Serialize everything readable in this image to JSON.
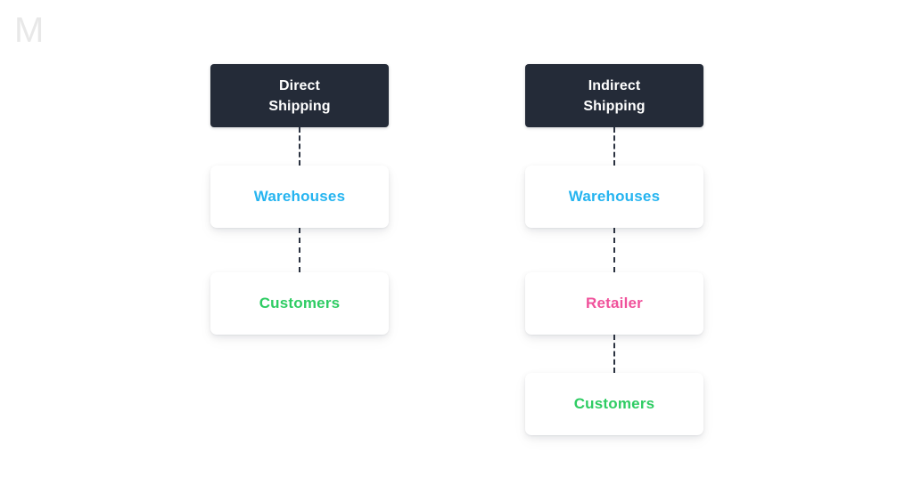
{
  "page": {
    "background_color": "#ffffff",
    "watermark": {
      "name": "brand-mark",
      "text": "M",
      "color": "#e8e8e8"
    }
  },
  "theme": {
    "header_bg": "#242b38",
    "header_text": "#ffffff",
    "node_bg": "#ffffff",
    "connector_color": "#2b3240",
    "color_warehouses": "#25b4f0",
    "color_customers": "#2ecc63",
    "color_retailer": "#f0519b"
  },
  "diagram": {
    "type": "flow",
    "columns": [
      {
        "id": "direct-shipping",
        "header": {
          "label": "Direct\nShipping",
          "line1": "Direct",
          "line2": "Shipping"
        },
        "nodes": [
          {
            "id": "warehouses",
            "label": "Warehouses",
            "color": "#25b4f0"
          },
          {
            "id": "customers",
            "label": "Customers",
            "color": "#2ecc63"
          }
        ]
      },
      {
        "id": "indirect-shipping",
        "header": {
          "label": "Indirect\nShipping",
          "line1": "Indirect",
          "line2": "Shipping"
        },
        "nodes": [
          {
            "id": "warehouses",
            "label": "Warehouses",
            "color": "#25b4f0"
          },
          {
            "id": "retailer",
            "label": "Retailer",
            "color": "#f0519b"
          },
          {
            "id": "customers",
            "label": "Customers",
            "color": "#2ecc63"
          }
        ]
      }
    ]
  }
}
